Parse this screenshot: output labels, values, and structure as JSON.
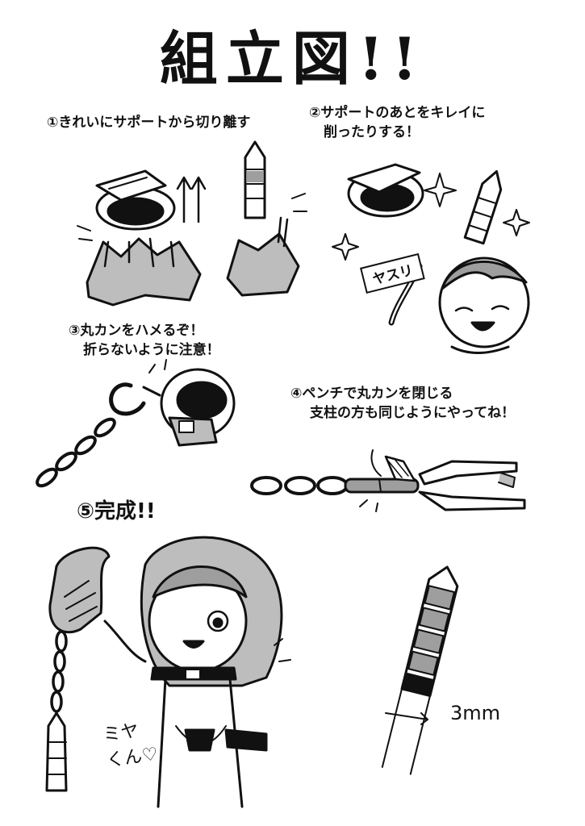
{
  "title": "組立図!!",
  "steps": [
    {
      "num": "①",
      "lines": [
        "きれいにサポートから切り離す"
      ]
    },
    {
      "num": "②",
      "lines": [
        "サポートのあとをキレイに",
        "削ったりする！"
      ]
    },
    {
      "num": "③",
      "lines": [
        "丸カンをハメるぞ！",
        "折らないように注意！"
      ]
    },
    {
      "num": "④",
      "lines": [
        "ペンチで丸カンを閉じる",
        "支柱の方も同じようにやってね！"
      ]
    },
    {
      "num": "⑤",
      "lines": [
        "完成!!"
      ]
    }
  ],
  "labels": {
    "file_tool": "ヤスリ",
    "dimension": "3mm",
    "signature": [
      "ミヤ",
      "くん♡"
    ]
  }
}
